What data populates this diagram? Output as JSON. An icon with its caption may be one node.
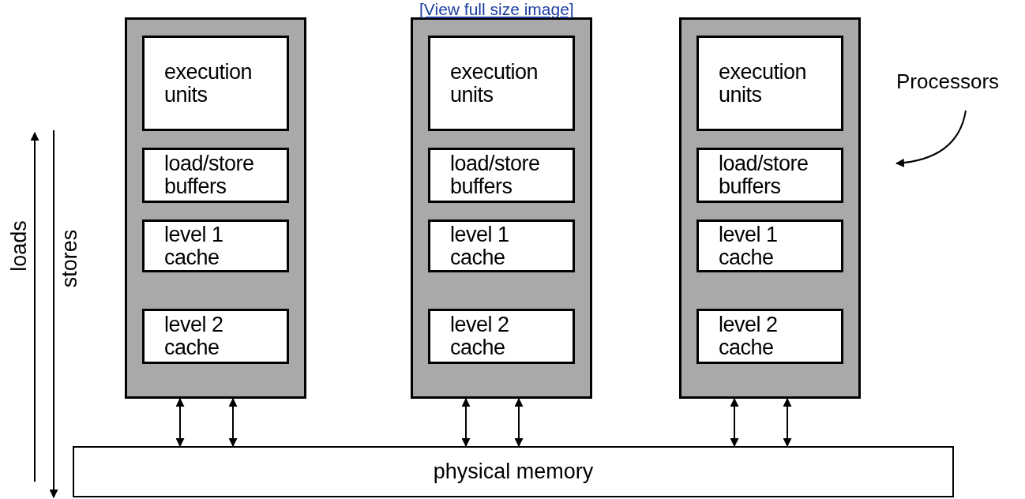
{
  "diagram": {
    "nodes": [
      {
        "text": [],
        "shape": "box"
      },
      {
        "text": [
          "execution units"
        ],
        "in": 0
      },
      {
        "text": [
          "load/store buffers"
        ],
        "in": 0
      },
      {
        "text": [
          "level 1 cache"
        ],
        "in": 0
      },
      {
        "text": [
          "level 2 cache"
        ],
        "in": 0
      },
      {
        "text": [],
        "shape": "box"
      },
      {
        "text": [
          "execution units"
        ],
        "in": 5
      },
      {
        "text": [
          "load/store buffers"
        ],
        "in": 5
      },
      {
        "text": [
          "level 1 cache"
        ],
        "in": 5
      },
      {
        "text": [
          "level 2 cache"
        ],
        "in": 5
      },
      {
        "text": [],
        "shape": "box"
      },
      {
        "text": [
          "execution units"
        ],
        "in": 10
      },
      {
        "text": [
          "load/store buffers"
        ],
        "in": 10
      },
      {
        "text": [
          "level 1 cache"
        ],
        "in": 10
      },
      {
        "text": [
          "level 2 cache"
        ],
        "in": 10
      },
      {
        "text": [
          "physical memory"
        ]
      },
      {
        "text": [
          "Processors"
        ]
      }
    ],
    "edges": [
      {
        "from": 0,
        "to": 15,
        "arrow": "both"
      },
      {
        "from": 0,
        "to": 15,
        "arrow": "both"
      },
      {
        "from": 5,
        "to": 15,
        "arrow": "both"
      },
      {
        "from": 5,
        "to": 15,
        "arrow": "both"
      },
      {
        "from": 10,
        "to": 15,
        "arrow": "both"
      },
      {
        "from": 10,
        "to": 15,
        "arrow": "both"
      },
      {
        "from": 16,
        "to": 10,
        "arrow": "to"
      }
    ],
    "labels": [
      "[View full size image]",
      "loads",
      "stores"
    ]
  }
}
